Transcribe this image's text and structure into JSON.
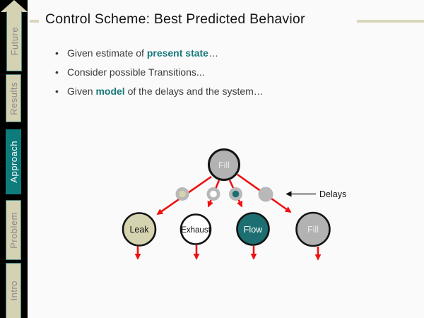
{
  "sidebar": {
    "tabs": [
      {
        "label": "Future",
        "active": false
      },
      {
        "label": "Results",
        "active": false
      },
      {
        "label": "Approach",
        "active": true
      },
      {
        "label": "Problem",
        "active": false
      },
      {
        "label": "Intro",
        "active": false
      }
    ]
  },
  "header": {
    "title": "Control Scheme: Best Predicted Behavior"
  },
  "bullets": [
    {
      "pre": "Given estimate of ",
      "em": "present state",
      "post": "…"
    },
    {
      "pre": "Consider possible Transitions...",
      "em": "",
      "post": ""
    },
    {
      "pre": "Given ",
      "em": "model",
      "post": " of the delays and the system…"
    }
  ],
  "diagram": {
    "root": {
      "label": "Fill"
    },
    "delays_label": "Delays",
    "leaves": [
      {
        "label": "Leak"
      },
      {
        "label": "Exhaust"
      },
      {
        "label": "Flow"
      },
      {
        "label": "Fill"
      }
    ]
  },
  "colors": {
    "accent_teal": "#0e7c7a",
    "node_teal": "#1c6e71",
    "beige": "#d5d2b4",
    "node_gray": "#b2b2b2",
    "arrow_red": "#ee1111",
    "slide_background": "#fafafa"
  }
}
